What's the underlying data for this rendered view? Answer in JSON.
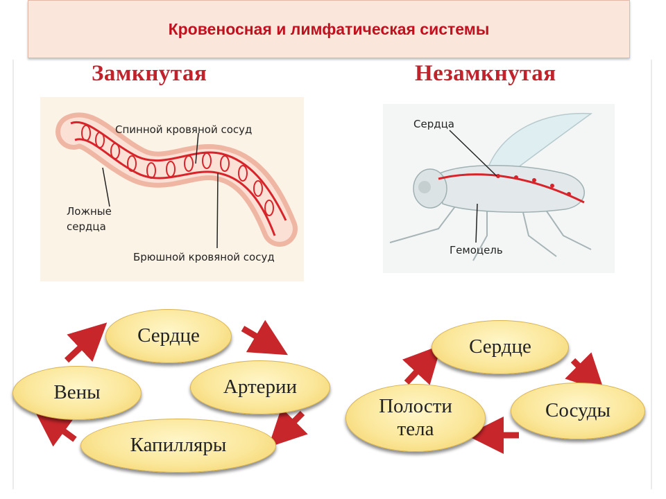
{
  "title": "Кровеносная и лимфатическая системы",
  "closed": {
    "heading": "Замкнутая",
    "labels": {
      "dorsal": "Спинной кровяной сосуд",
      "false_hearts_line1": "Ложные",
      "false_hearts_line2": "сердца",
      "ventral": "Брюшной кровяной сосуд"
    },
    "cycle": [
      "Сердце",
      "Артерии",
      "Капилляры",
      "Вены"
    ]
  },
  "open": {
    "heading": "Незамкнутая",
    "labels": {
      "heart": "Сердца",
      "hemocoel": "Гемоцель"
    },
    "cycle": [
      "Сердце",
      "Сосуды",
      "Полости тела"
    ],
    "cavity_line1": "Полости",
    "cavity_line2": "тела"
  },
  "colors": {
    "title_text": "#c0111f",
    "heading_text": "#c0232b",
    "arrow": "#c7262b",
    "vessel": "#d8232a",
    "oval_fill": "#fbe79a"
  }
}
